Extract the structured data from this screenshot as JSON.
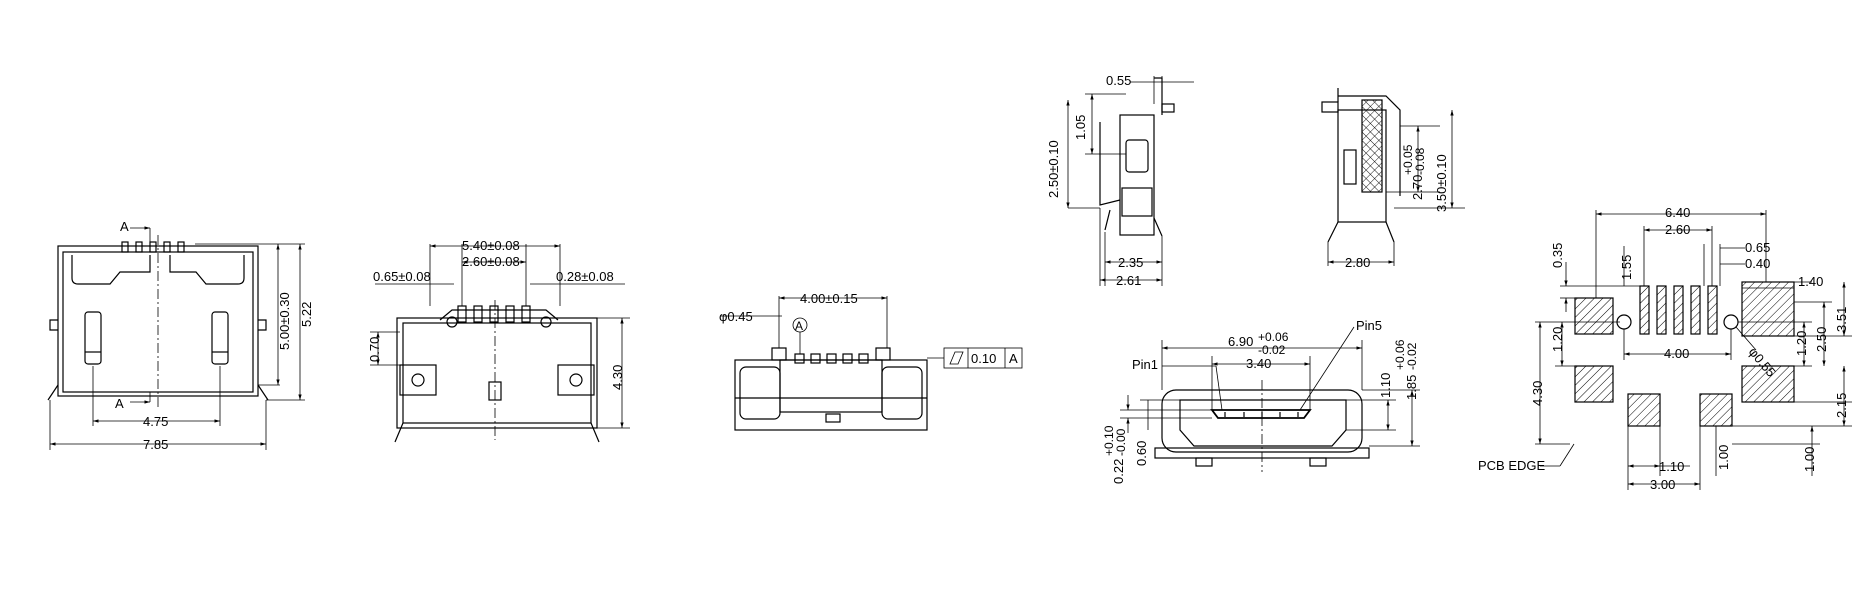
{
  "view1": {
    "label_a_top": "A",
    "label_a_bottom": "A",
    "dim_width_inner": "4.75",
    "dim_width_outer": "7.85",
    "dim_height_1": "5.00±0.30",
    "dim_height_2": "5.22"
  },
  "view2": {
    "dim_top_1": "5.40±0.08",
    "dim_top_2": "2.60±0.08",
    "dim_left": "0.65±0.08",
    "dim_right": "0.28±0.08",
    "dim_side": "0.70",
    "dim_height": "4.30"
  },
  "view3": {
    "dim_hole": "φ0.45",
    "dim_span": "4.00±0.15",
    "datum": "A",
    "tolerance_value": "0.10",
    "tolerance_datum": "A"
  },
  "view4": {
    "dim_top": "0.55",
    "dim_v1": "1.05",
    "dim_v2": "2.50±0.10",
    "dim_b1": "2.35",
    "dim_b2": "2.61"
  },
  "view5": {
    "dim_v1": "2.70+0.05 -0.08",
    "dim_v1_a": "2.70",
    "dim_v1_b": "+0.05",
    "dim_v1_c": "-0.08",
    "dim_v2": "3.50±0.10",
    "dim_b": "2.80"
  },
  "view6": {
    "pin1": "Pin1",
    "pin5": "Pin5",
    "dim_w1_a": "6.90",
    "dim_w1_b": "+0.06",
    "dim_w1_c": "-0.02",
    "dim_w2": "3.40",
    "dim_h1": "1.10",
    "dim_h2_a": "1.85",
    "dim_h2_b": "+0.06",
    "dim_h2_c": "-0.02",
    "dim_l1_a": "0.22",
    "dim_l1_b": "+0.10",
    "dim_l1_c": "-0.00",
    "dim_l2": "0.60"
  },
  "view7": {
    "dim_640": "6.40",
    "dim_260": "2.60",
    "dim_065": "0.65",
    "dim_040": "0.40",
    "dim_155": "1.55",
    "dim_035": "0.35",
    "dim_140": "1.40",
    "dim_400": "4.00",
    "dim_120a": "1.20",
    "dim_120b": "1.20",
    "dim_250": "2.50",
    "dim_351": "3.51",
    "dim_055": "φ0.55",
    "dim_430": "4.30",
    "dim_215": "2.15",
    "dim_110": "1.10",
    "dim_300": "3.00",
    "dim_100a": "1.00",
    "dim_100b": "1.00",
    "pcb_edge": "PCB EDGE"
  }
}
